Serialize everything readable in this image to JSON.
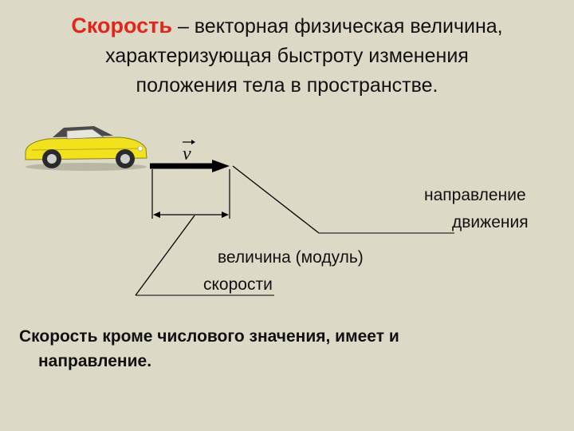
{
  "title": {
    "term": "Скорость",
    "definition_line1": " – векторная физическая величина,",
    "definition_line2": "характеризующая быстроту изменения",
    "definition_line3": "положения тела в пространстве."
  },
  "diagram": {
    "vector_symbol": "v",
    "label_direction_line1": "направление",
    "label_direction_line2": "движения",
    "label_magnitude_line1": "величина (модуль)",
    "label_magnitude_line2": "скорости",
    "colors": {
      "car_body": "#f2e21e",
      "car_roof": "#4a4a4a",
      "arrow": "#000000"
    },
    "icons": [
      "car-icon",
      "vector-arrow-icon"
    ]
  },
  "conclusion": {
    "line1": "Скорость кроме  числового значения, имеет и",
    "line2": "направление."
  }
}
